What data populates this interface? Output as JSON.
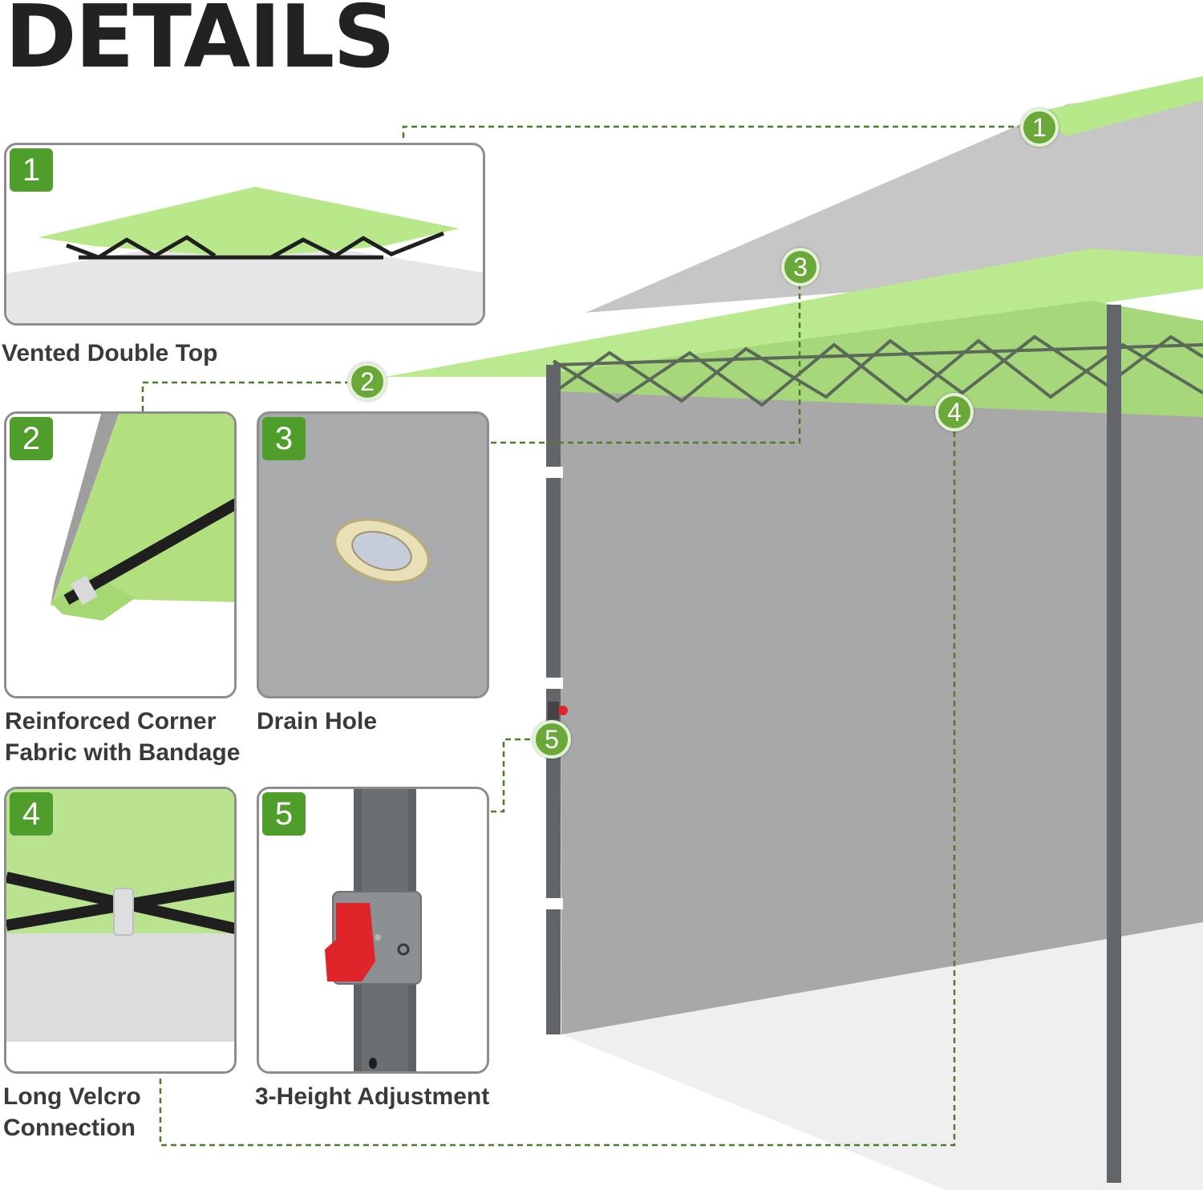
{
  "title": "DETAILS",
  "features": [
    {
      "num": "1",
      "caption": "Vented Double Top"
    },
    {
      "num": "2",
      "caption_line1": "Reinforced Corner",
      "caption_line2": "Fabric with Bandage"
    },
    {
      "num": "3",
      "caption": "Drain Hole"
    },
    {
      "num": "4",
      "caption_line1": "Long Velcro",
      "caption_line2": "Connection"
    },
    {
      "num": "5",
      "caption": "3-Height Adjustment"
    }
  ],
  "colors": {
    "badge": "#4f9d2a",
    "canopy_green": "#b9e98c",
    "canopy_gray": "#c4c4c4",
    "wall_gray": "#a7a7a7",
    "leader_line": "#4c7d28",
    "latch_red": "#e0252a"
  }
}
